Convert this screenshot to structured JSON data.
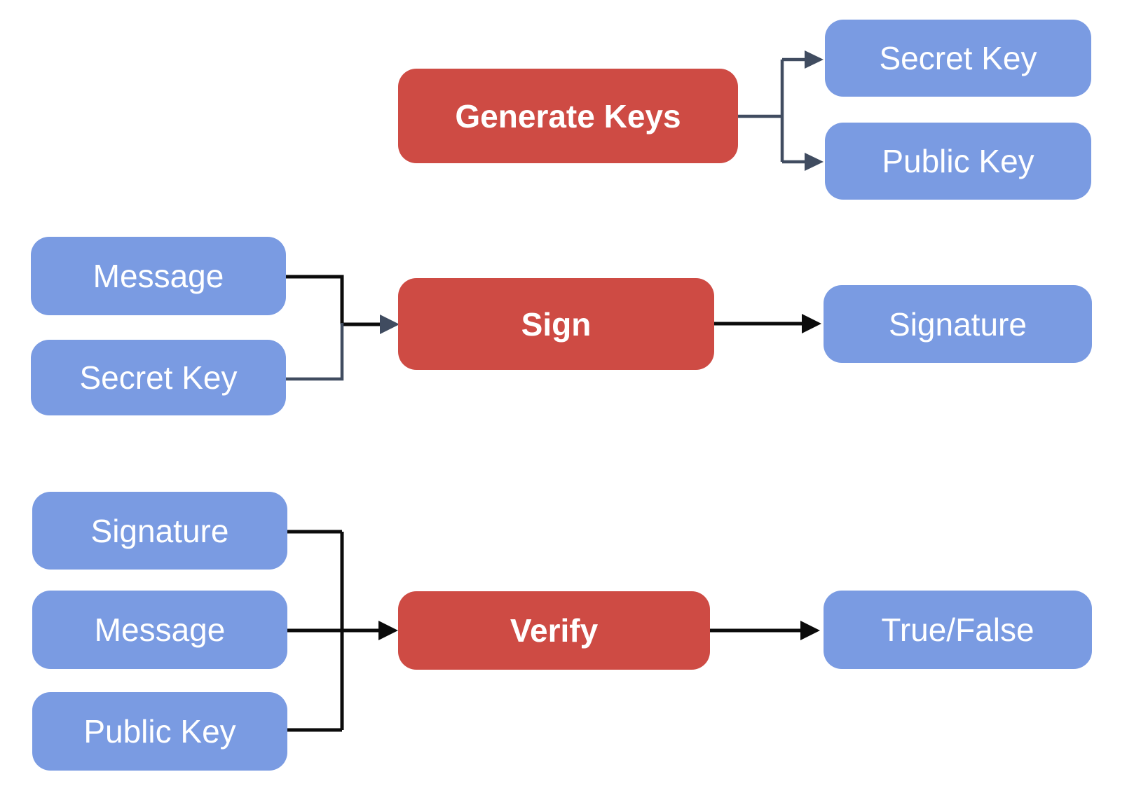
{
  "colors": {
    "process_fill": "#CE4B44",
    "data_fill": "#7A9BE2",
    "connector_black": "#0B0B0B",
    "connector_slate": "#404C60",
    "label_text": "#FFFFFF",
    "background": "#FFFFFF"
  },
  "nodes": {
    "generate_keys": "Generate Keys",
    "secret_key_out": "Secret Key",
    "public_key_out": "Public Key",
    "message_in_sign": "Message",
    "secret_key_in_sign": "Secret Key",
    "sign": "Sign",
    "signature_out": "Signature",
    "signature_in_verify": "Signature",
    "message_in_verify": "Message",
    "public_key_in_verify": "Public Key",
    "verify": "Verify",
    "true_false": "True/False"
  },
  "edges": [
    {
      "from": "Generate Keys",
      "to": "Secret Key"
    },
    {
      "from": "Generate Keys",
      "to": "Public Key"
    },
    {
      "from": "Message",
      "to": "Sign"
    },
    {
      "from": "Secret Key",
      "to": "Sign"
    },
    {
      "from": "Sign",
      "to": "Signature"
    },
    {
      "from": "Signature",
      "to": "Verify"
    },
    {
      "from": "Message",
      "to": "Verify"
    },
    {
      "from": "Public Key",
      "to": "Verify"
    },
    {
      "from": "Verify",
      "to": "True/False"
    }
  ]
}
